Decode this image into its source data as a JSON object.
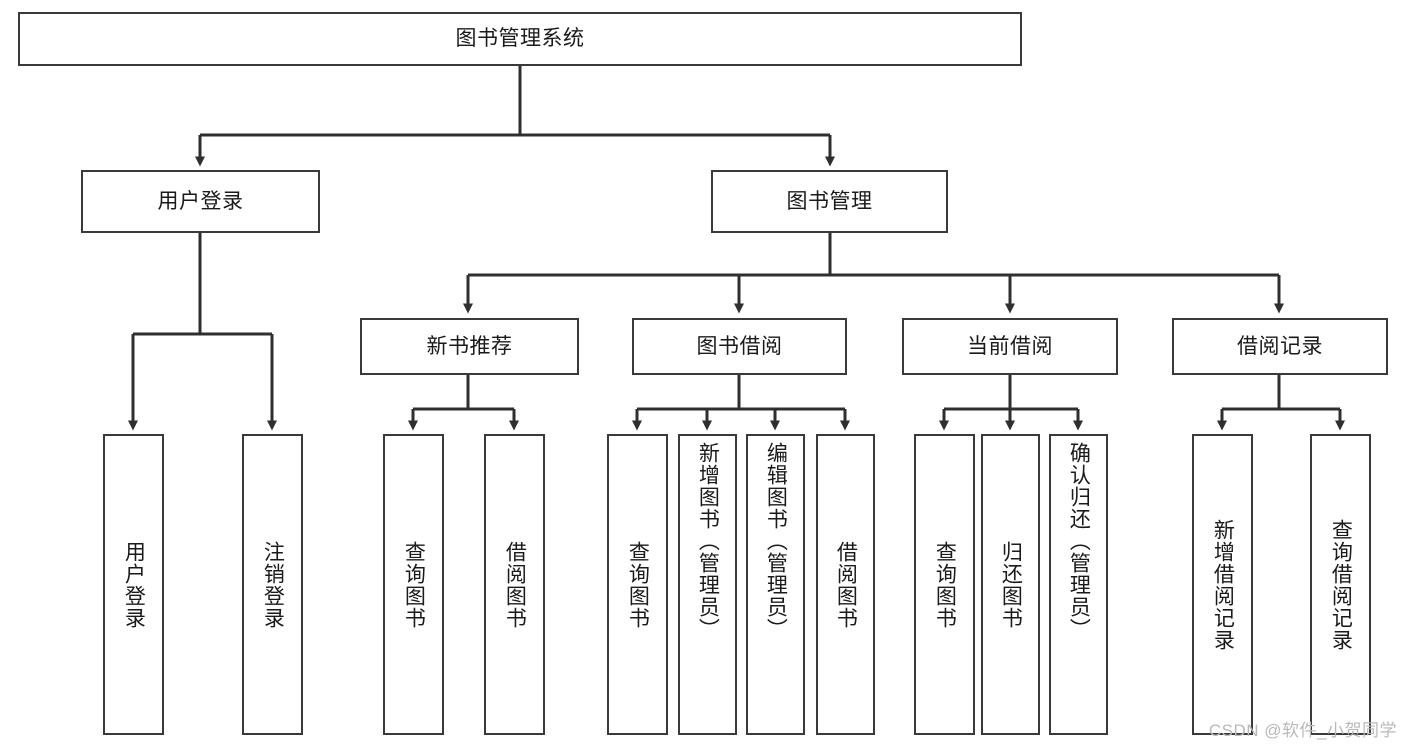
{
  "diagram": {
    "type": "tree-hierarchy",
    "title": "图书管理系统",
    "watermark": "CSDN @软件_小贺同学",
    "colors": {
      "box_border": "#3a3a3a",
      "box_fill": "#ffffff",
      "connector": "#2f2f2f",
      "text": "#1a1a1a",
      "watermark": "#b9b9b9",
      "background": "#ffffff"
    },
    "nodes": {
      "root": {
        "label": "图书管理系统",
        "level": 1,
        "orientation": "horizontal"
      },
      "user_login": {
        "label": "用户登录",
        "level": 2,
        "orientation": "horizontal"
      },
      "book_manage": {
        "label": "图书管理",
        "level": 2,
        "orientation": "horizontal"
      },
      "new_book_recommend": {
        "label": "新书推荐",
        "level": 3,
        "orientation": "horizontal"
      },
      "book_borrow": {
        "label": "图书借阅",
        "level": 3,
        "orientation": "horizontal"
      },
      "current_borrow": {
        "label": "当前借阅",
        "level": 3,
        "orientation": "horizontal"
      },
      "borrow_record": {
        "label": "借阅记录",
        "level": 3,
        "orientation": "horizontal"
      },
      "leaf_user_login": {
        "label": "用户登录",
        "level": 4,
        "orientation": "vertical"
      },
      "leaf_logout": {
        "label": "注销登录",
        "level": 4,
        "orientation": "vertical"
      },
      "leaf_query_book_1": {
        "label": "查询图书",
        "level": 4,
        "orientation": "vertical"
      },
      "leaf_borrow_book_1": {
        "label": "借阅图书",
        "level": 4,
        "orientation": "vertical"
      },
      "leaf_query_book_2": {
        "label": "查询图书",
        "level": 4,
        "orientation": "vertical"
      },
      "leaf_add_book": {
        "label": "新增图书（管理员）",
        "level": 4,
        "orientation": "vertical"
      },
      "leaf_edit_book": {
        "label": "编辑图书（管理员）",
        "level": 4,
        "orientation": "vertical"
      },
      "leaf_borrow_book_2": {
        "label": "借阅图书",
        "level": 4,
        "orientation": "vertical"
      },
      "leaf_query_book_3": {
        "label": "查询图书",
        "level": 4,
        "orientation": "vertical"
      },
      "leaf_return_book": {
        "label": "归还图书",
        "level": 4,
        "orientation": "vertical"
      },
      "leaf_confirm_return": {
        "label": "确认归还（管理员）",
        "level": 4,
        "orientation": "vertical"
      },
      "leaf_add_record": {
        "label": "新增借阅记录",
        "level": 4,
        "orientation": "vertical"
      },
      "leaf_query_record": {
        "label": "查询借阅记录",
        "level": 4,
        "orientation": "vertical"
      }
    },
    "edges": [
      {
        "from": "root",
        "to": "user_login"
      },
      {
        "from": "root",
        "to": "book_manage"
      },
      {
        "from": "user_login",
        "to": "leaf_user_login"
      },
      {
        "from": "user_login",
        "to": "leaf_logout"
      },
      {
        "from": "book_manage",
        "to": "new_book_recommend"
      },
      {
        "from": "book_manage",
        "to": "book_borrow"
      },
      {
        "from": "book_manage",
        "to": "current_borrow"
      },
      {
        "from": "book_manage",
        "to": "borrow_record"
      },
      {
        "from": "new_book_recommend",
        "to": "leaf_query_book_1"
      },
      {
        "from": "new_book_recommend",
        "to": "leaf_borrow_book_1"
      },
      {
        "from": "book_borrow",
        "to": "leaf_query_book_2"
      },
      {
        "from": "book_borrow",
        "to": "leaf_add_book"
      },
      {
        "from": "book_borrow",
        "to": "leaf_edit_book"
      },
      {
        "from": "book_borrow",
        "to": "leaf_borrow_book_2"
      },
      {
        "from": "current_borrow",
        "to": "leaf_query_book_3"
      },
      {
        "from": "current_borrow",
        "to": "leaf_return_book"
      },
      {
        "from": "current_borrow",
        "to": "leaf_confirm_return"
      },
      {
        "from": "borrow_record",
        "to": "leaf_add_record"
      },
      {
        "from": "borrow_record",
        "to": "leaf_query_record"
      }
    ]
  }
}
